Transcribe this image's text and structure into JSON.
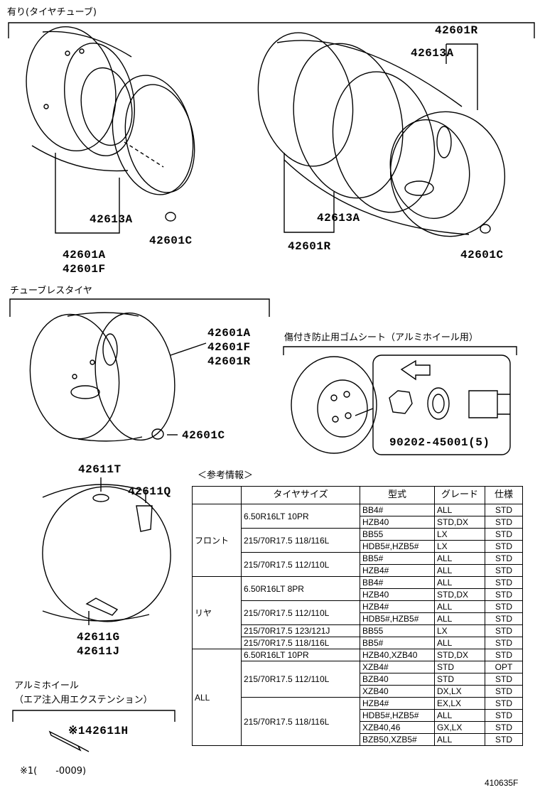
{
  "sections": {
    "tube_type": "有り(タイヤチューブ)",
    "tubeless": "チューブレスタイヤ",
    "anti_scratch": "傷付き防止用ゴムシート（アルミホイール用）",
    "reference": "＜参考情報＞",
    "alumi_wheel": "アルミホイール",
    "air_extension": "（エア注入用エクステンション）"
  },
  "parts": {
    "p42601R_top": "42601R",
    "p42613A_top": "42613A",
    "p42613A_left": "42613A",
    "p42601C_left": "42601C",
    "p42601A_left": "42601A",
    "p42601F_left": "42601F",
    "p42613A_right": "42613A",
    "p42601R_bottom": "42601R",
    "p42601C_right": "42601C",
    "tubeless_1": "42601A",
    "tubeless_2": "42601F",
    "tubeless_3": "42601R",
    "tubeless_valve": "42601C",
    "rubber_sheet": "90202-45001(5)",
    "p42611T": "42611T",
    "p42611Q": "42611Q",
    "p42611G": "42611G",
    "p42611J": "42611J",
    "p42611H": "※142611H"
  },
  "footnote": "※1(　　-0009)",
  "figure_code": "410635F",
  "table": {
    "headers": [
      "タイヤサイズ",
      "型式",
      "グレード",
      "仕様"
    ],
    "groups": [
      {
        "label": "フロント",
        "sizes": [
          {
            "size": "6.50R16LT 10PR",
            "rows": [
              [
                "BB4#",
                "ALL",
                "STD"
              ],
              [
                "HZB40",
                "STD,DX",
                "STD"
              ]
            ]
          },
          {
            "size": "215/70R17.5 118/116L",
            "rows": [
              [
                "BB55",
                "LX",
                "STD"
              ],
              [
                "HDB5#,HZB5#",
                "LX",
                "STD"
              ]
            ]
          },
          {
            "size": "215/70R17.5 112/110L",
            "rows": [
              [
                "BB5#",
                "ALL",
                "STD"
              ],
              [
                "HZB4#",
                "ALL",
                "STD"
              ]
            ]
          }
        ]
      },
      {
        "label": "リヤ",
        "sizes": [
          {
            "size": "6.50R16LT 8PR",
            "rows": [
              [
                "BB4#",
                "ALL",
                "STD"
              ],
              [
                "HZB40",
                "STD,DX",
                "STD"
              ]
            ]
          },
          {
            "size": "215/70R17.5 112/110L",
            "rows": [
              [
                "HZB4#",
                "ALL",
                "STD"
              ],
              [
                "HDB5#,HZB5#",
                "ALL",
                "STD"
              ]
            ]
          },
          {
            "size": "215/70R17.5 123/121J",
            "rows": [
              [
                "BB55",
                "LX",
                "STD"
              ]
            ]
          },
          {
            "size": "215/70R17.5 118/116L",
            "rows": [
              [
                "BB5#",
                "ALL",
                "STD"
              ]
            ]
          }
        ]
      },
      {
        "label": "ALL",
        "sizes": [
          {
            "size": "6.50R16LT 10PR",
            "rows": [
              [
                "HZB40,XZB40",
                "STD,DX",
                "STD"
              ]
            ]
          },
          {
            "size": "215/70R17.5 112/110L",
            "rows": [
              [
                "XZB4#",
                "STD",
                "OPT"
              ],
              [
                "BZB40",
                "STD",
                "STD"
              ],
              [
                "XZB40",
                "DX,LX",
                "STD"
              ]
            ]
          },
          {
            "size": "215/70R17.5 118/116L",
            "rows": [
              [
                "HZB4#",
                "EX,LX",
                "STD"
              ],
              [
                "HDB5#,HZB5#",
                "ALL",
                "STD"
              ],
              [
                "XZB40,46",
                "GX,LX",
                "STD"
              ],
              [
                "BZB50,XZB5#",
                "ALL",
                "STD"
              ]
            ]
          }
        ]
      }
    ]
  }
}
